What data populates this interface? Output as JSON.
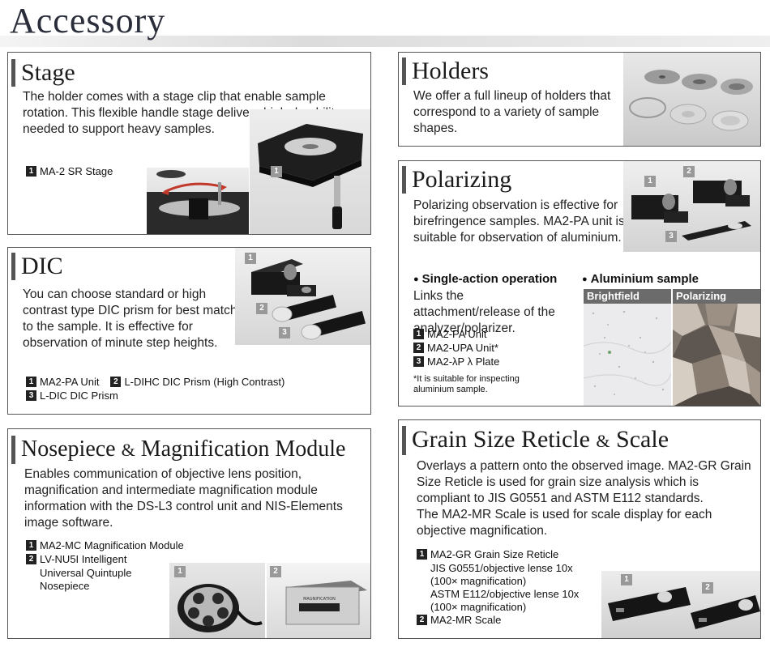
{
  "page": {
    "title": "Accessory"
  },
  "stage": {
    "title": "Stage",
    "body": "The holder comes with a stage clip that enable sample rotation. This flexible handle stage delivers high durability needed to support heavy samples.",
    "items": [
      {
        "num": "1",
        "label": "MA-2 SR Stage"
      }
    ],
    "photo_tag": "1"
  },
  "dic": {
    "title": "DIC",
    "body": "You can choose standard or high contrast type DIC prism for best match to the sample. It is effective for observation of minute step heights.",
    "items": [
      {
        "num": "1",
        "label": "MA2-PA Unit"
      },
      {
        "num": "2",
        "label": "L-DIHC DIC Prism (High Contrast)"
      },
      {
        "num": "3",
        "label": "L-DIC DIC Prism"
      }
    ],
    "photo_tags": [
      "1",
      "2",
      "3"
    ]
  },
  "nosepiece": {
    "title_a": "Nosepiece ",
    "title_amp": "&",
    "title_b": " Magnification Module",
    "body": "Enables communication of objective lens position, magnification and intermediate magnification module information with the DS-L3 control unit and NIS-Elements image software.",
    "items": [
      {
        "num": "1",
        "label": "MA2-MC Magnification Module"
      },
      {
        "num": "2",
        "label": "LV-NU5I Intelligent"
      }
    ],
    "item2_cont": [
      "Universal Quintuple",
      "Nosepiece"
    ],
    "photo_tags": [
      "1",
      "2"
    ],
    "module_plate": "MAGNIFICATION"
  },
  "holders": {
    "title": "Holders",
    "body": "We offer a full lineup of holders that correspond to a variety of sample shapes."
  },
  "polarizing": {
    "title": "Polarizing",
    "body": "Polarizing observation is effective for birefringence samples. MA2-PA unit is suitable for observation of aluminium.",
    "sub1": "Single-action operation",
    "sub1_body": "Links the attachment/release of the analyzer/polarizer.",
    "items": [
      {
        "num": "1",
        "label": "MA2-PA Unit"
      },
      {
        "num": "2",
        "label": "MA2-UPA Unit*"
      },
      {
        "num": "3",
        "label": "MA2-λP λ Plate"
      }
    ],
    "note": "*It is suitable for inspecting aluminium sample.",
    "sub2": "Aluminium sample",
    "img_brightfield": "Brightfield",
    "img_polarizing": "Polarizing",
    "photo_tags": [
      "1",
      "2",
      "3"
    ]
  },
  "grain": {
    "title_a": "Grain Size Reticle ",
    "title_amp": "&",
    "title_b": " Scale",
    "body1": "Overlays a pattern onto the observed image. MA2-GR Grain Size Reticle is used for grain size analysis which is compliant to JIS G0551 and ASTM E112 standards.",
    "body2": "The MA2-MR Scale is used for scale display for each objective magnification.",
    "item1": "MA2-GR Grain Size Reticle",
    "item1_lines": [
      "JIS G0551/objective lense 10x",
      "(100× magnification)",
      "ASTM E112/objective lense 10x",
      "(100× magnification)"
    ],
    "item2": "MA2-MR Scale",
    "num1": "1",
    "num2": "2",
    "photo_tags": [
      "1",
      "2"
    ]
  }
}
